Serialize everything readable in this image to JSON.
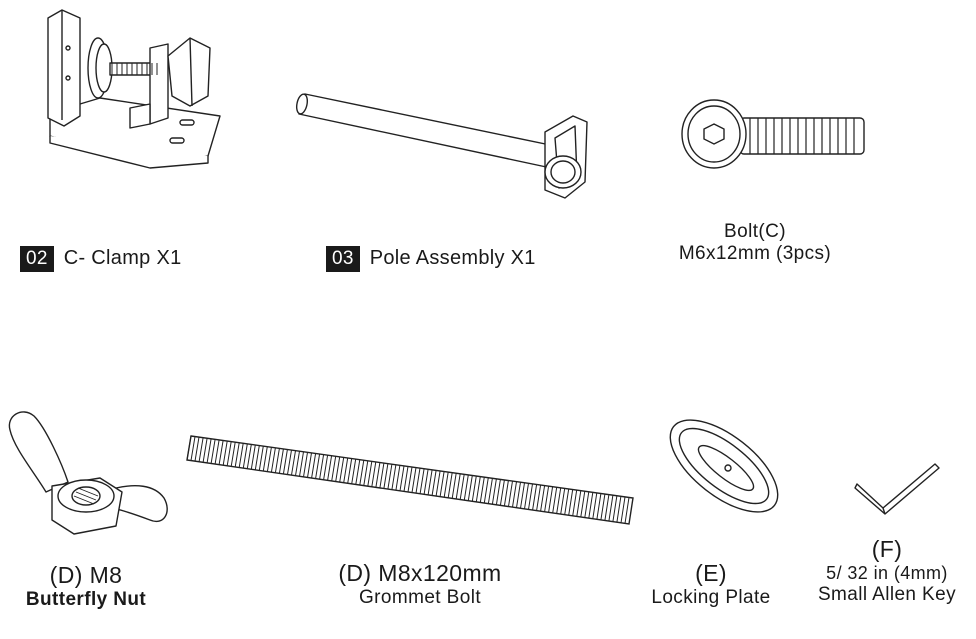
{
  "parts": {
    "c_clamp": {
      "number": "02",
      "label": "C- Clamp X1"
    },
    "pole_assembly": {
      "number": "03",
      "label": "Pole Assembly X1"
    },
    "bolt_c": {
      "title": "Bolt(C)",
      "spec": "M6x12mm (3pcs)"
    },
    "butterfly_nut": {
      "title": "(D) M8",
      "name": "Butterfly Nut"
    },
    "grommet_bolt": {
      "title": "(D) M8x120mm",
      "name": "Grommet Bolt"
    },
    "locking_plate": {
      "title": "(E)",
      "name": "Locking Plate"
    },
    "allen_key": {
      "title": "(F)",
      "size": "5/ 32 in (4mm)",
      "name": "Small Allen Key"
    }
  }
}
